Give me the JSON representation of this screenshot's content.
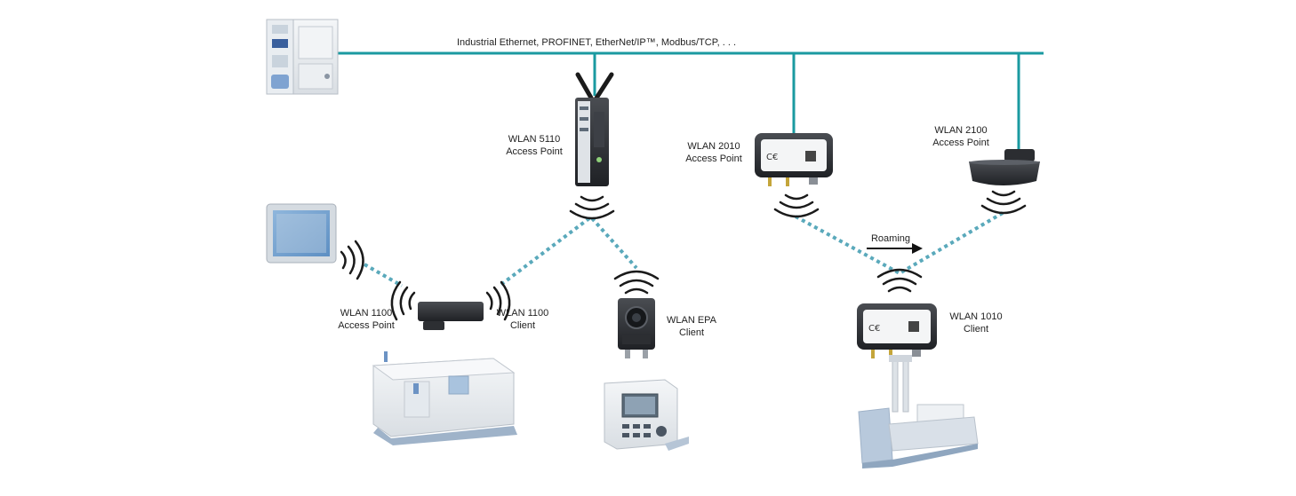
{
  "network": {
    "bus_label": "Industrial Ethernet, PROFINET, EtherNet/IP™, Modbus/TCP, . . .",
    "roaming_label": "Roaming",
    "colors": {
      "bus": "#1a9aa0",
      "wireless": "#5aa9bb"
    }
  },
  "devices": {
    "wlan5110": {
      "name": "WLAN 5110",
      "role": "Access Point"
    },
    "wlan2010": {
      "name": "WLAN 2010",
      "role": "Access Point"
    },
    "wlan2100": {
      "name": "WLAN 2100",
      "role": "Access Point"
    },
    "wlan1100_ap": {
      "name": "WLAN 1100",
      "role": "Access Point"
    },
    "wlan1100_client": {
      "name": "WLAN 1100",
      "role": "Client"
    },
    "wlan_epa": {
      "name": "WLAN EPA",
      "role": "Client"
    },
    "wlan1010": {
      "name": "WLAN 1010",
      "role": "Client"
    }
  },
  "icons": [
    "plc-controller-icon",
    "hmi-panel-icon",
    "machine-tool-icon",
    "control-unit-icon",
    "agv-vehicle-icon",
    "wifi-signal-icon"
  ]
}
